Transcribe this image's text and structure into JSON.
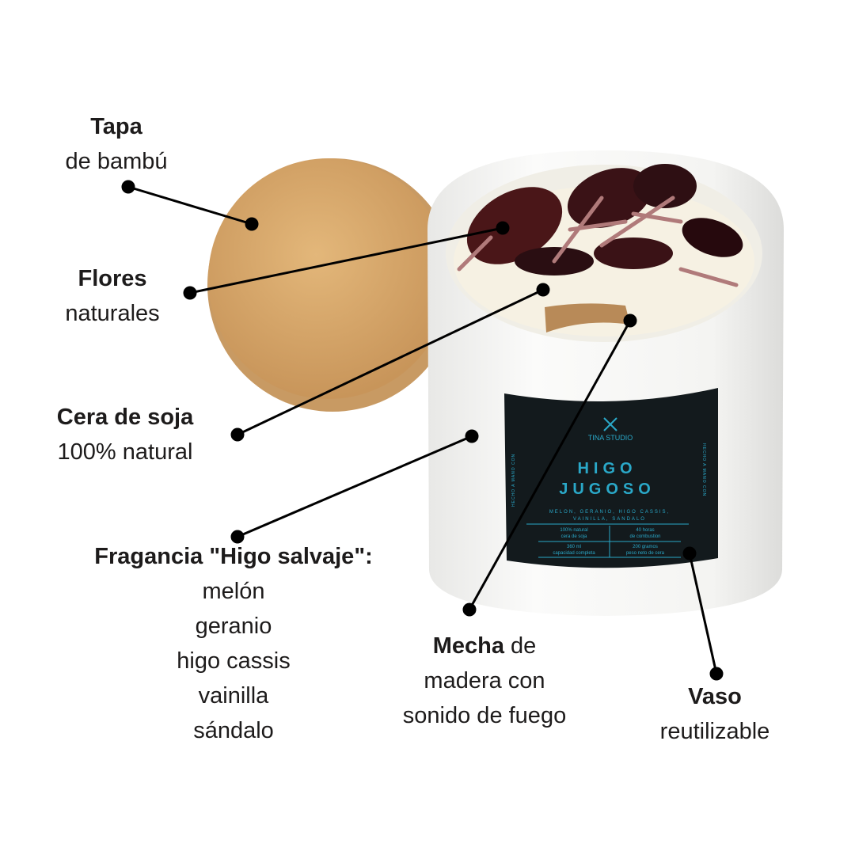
{
  "callouts": {
    "tapa": {
      "title": "Tapa",
      "line1": "de bambú"
    },
    "flores": {
      "title": "Flores",
      "line1": "naturales"
    },
    "cera": {
      "title": "Cera de soja",
      "line1": "100% natural"
    },
    "fragancia": {
      "title": "Fragancia \"Higo salvaje\":",
      "notes": [
        "melón",
        "geranio",
        "higo cassis",
        "vainilla",
        "sándalo"
      ]
    },
    "mecha": {
      "title": "Mecha",
      "title_suffix": " de",
      "line1": "madera con",
      "line2": "sonido de fuego"
    },
    "vaso": {
      "title": "Vaso",
      "line1": "reutilizable"
    }
  },
  "label": {
    "brand": "TINA STUDIO",
    "name_line1": "HIGO",
    "name_line2": "JUGOSO",
    "side_text": "HECHO A MANO CON",
    "notes_line1": "MELON, GERANIO, HIGO CASSIS,",
    "notes_line2": "VAINILLA, SANDALO",
    "cell1a": "100% natural",
    "cell1b": "cera de soja",
    "cell2a": "40 horas",
    "cell2b": "de combustion",
    "cell3a": "360 ml",
    "cell3b": "capacidad completa",
    "cell4a": "200 gramos",
    "cell4b": "peso neto de cera"
  },
  "colors": {
    "lid": "#d9a867",
    "label_bg": "#131a1d",
    "accent": "#2aa8c8",
    "ink": "#1d1b1b"
  }
}
